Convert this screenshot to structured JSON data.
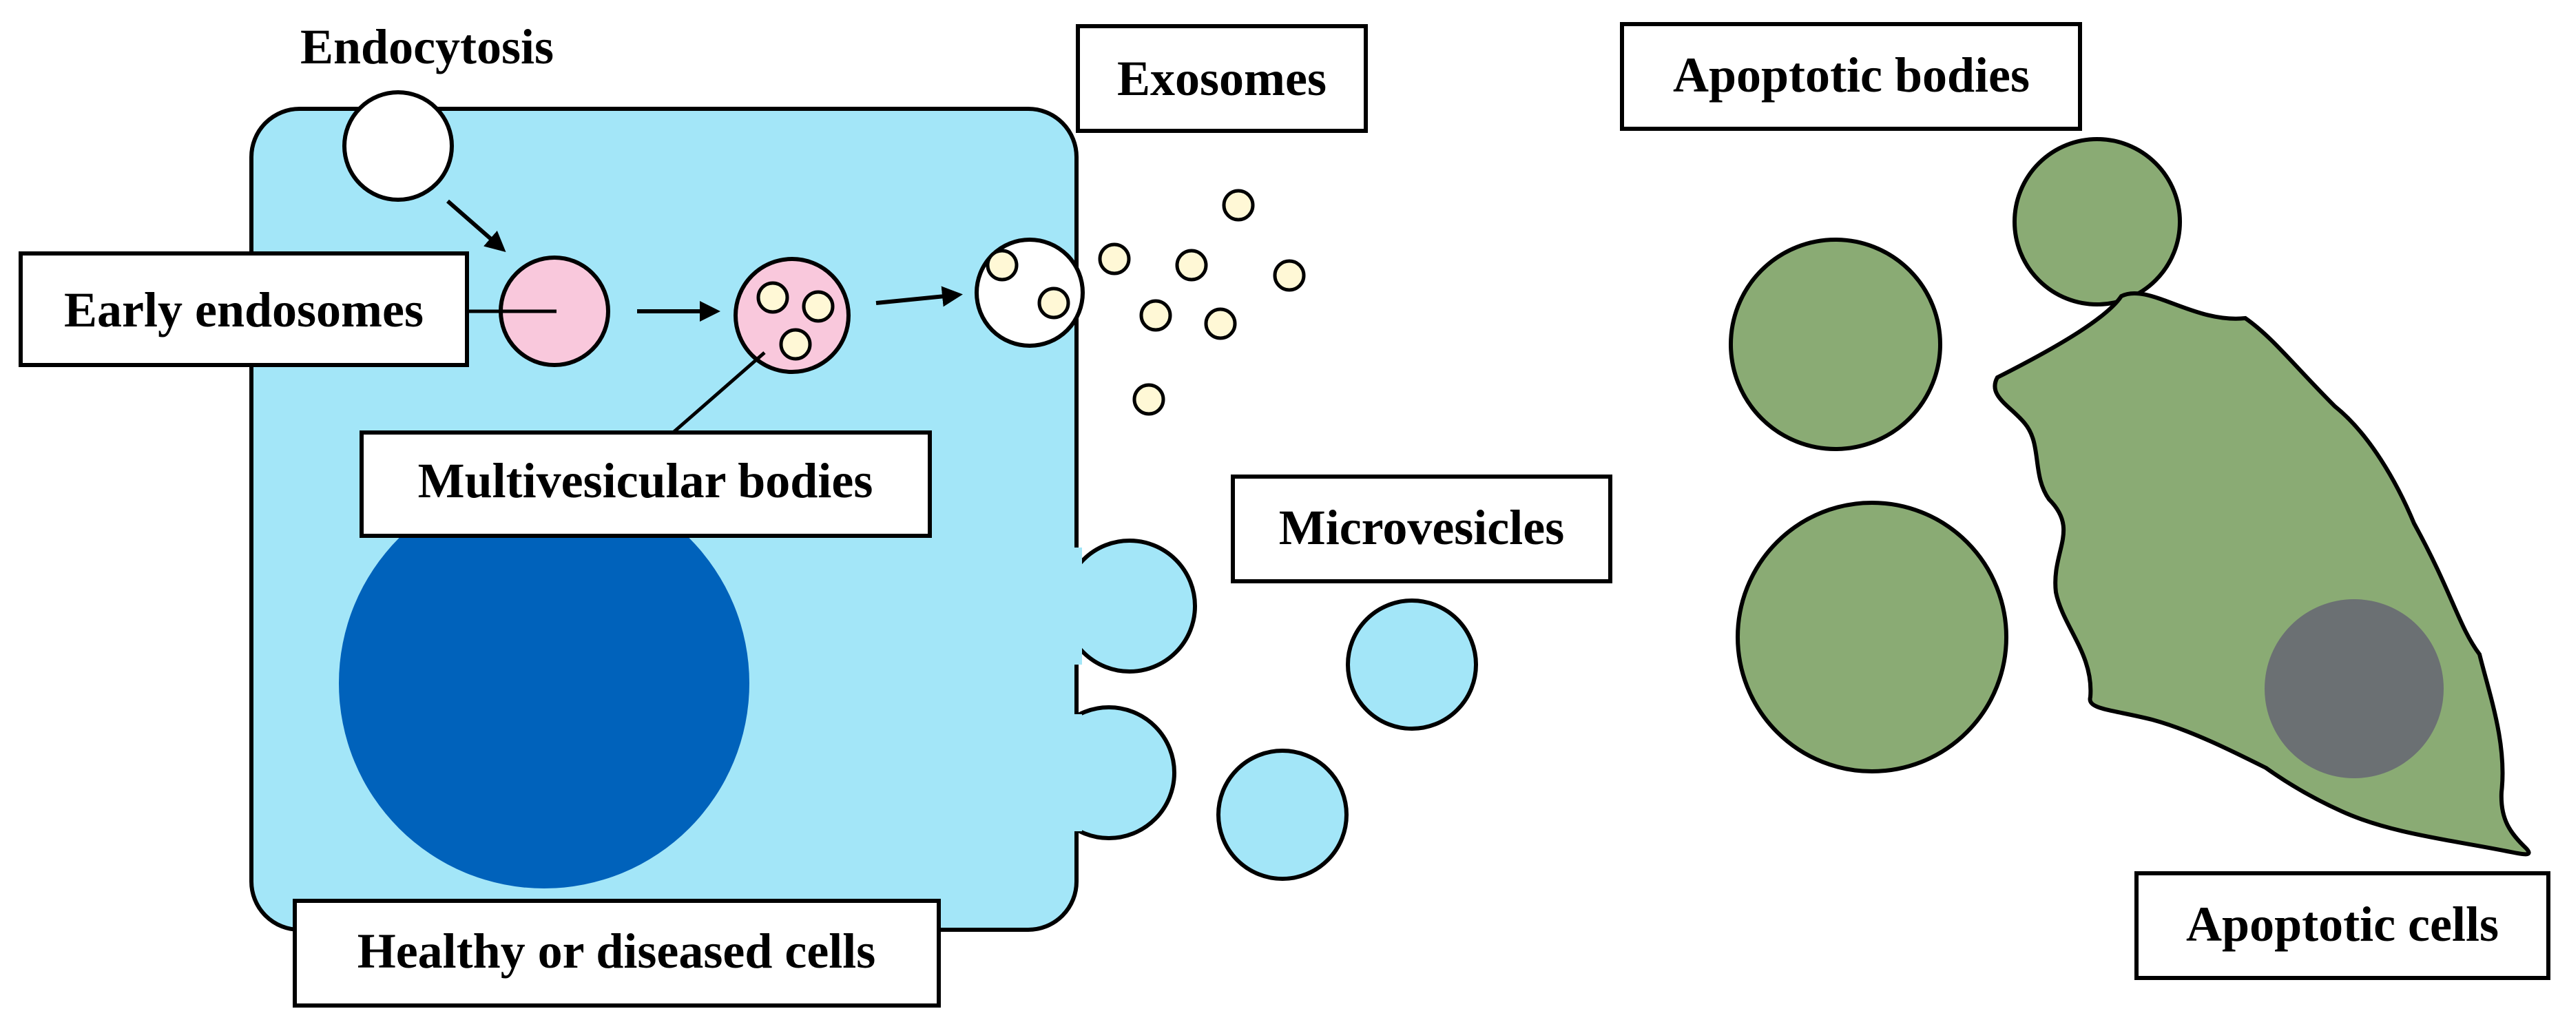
{
  "labels": {
    "endocytosis": "Endocytosis",
    "exosomes": "Exosomes",
    "early_endosomes": "Early endosomes",
    "multivesicular_bodies": "Multivesicular bodies",
    "microvesicles": "Microvesicles",
    "healthy_cells": "Healthy or diseased cells",
    "apoptotic_bodies": "Apoptotic bodies",
    "apoptotic_cells": "Apoptotic cells"
  },
  "colors": {
    "cell_cytoplasm": "#a3e6f8",
    "nucleus": "#0062bb",
    "endosome": "#f9c8dc",
    "exosome": "#fff8d6",
    "microvesicle": "#a3e6f8",
    "apoptotic": "#8aab74",
    "apoptotic_nucleus": "#6b7073",
    "outline": "#000000"
  }
}
